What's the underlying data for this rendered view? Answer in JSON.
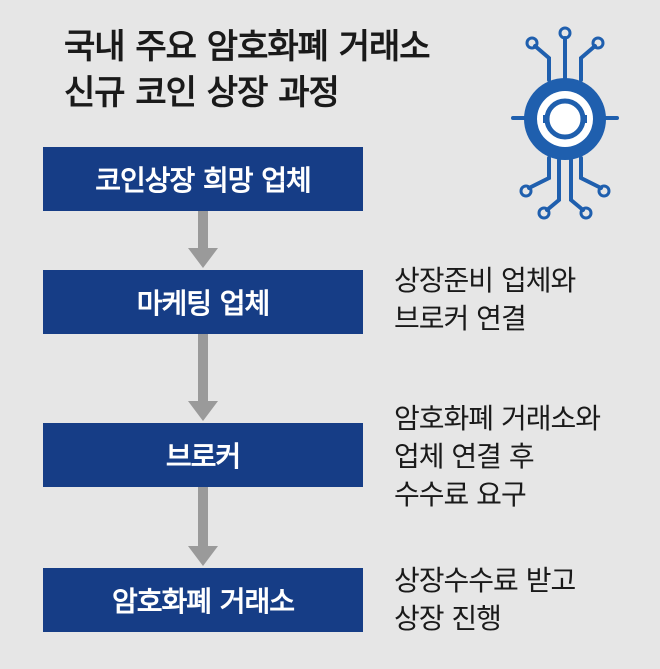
{
  "title": {
    "line1": "국내 주요 암호화폐 거래소",
    "line2": "신규 코인 상장 과정"
  },
  "steps": [
    {
      "label": "코인상장 희망 업체",
      "note": []
    },
    {
      "label": "마케팅 업체",
      "note": [
        "상장준비 업체와",
        "브로커 연결"
      ]
    },
    {
      "label": "브로커",
      "note": [
        "암호화폐 거래소와",
        "업체 연결 후",
        "수수료 요구"
      ]
    },
    {
      "label": "암호화폐 거래소",
      "note": [
        "상장수수료 받고",
        "상장 진행"
      ]
    }
  ],
  "colors": {
    "box": "#163d86",
    "arrow": "#9a9a9a",
    "logo": "#1f5fae",
    "background": "#e6e6e6"
  },
  "icons": {
    "logo": "circuit-coin-icon",
    "arrow": "down-arrow-icon"
  }
}
